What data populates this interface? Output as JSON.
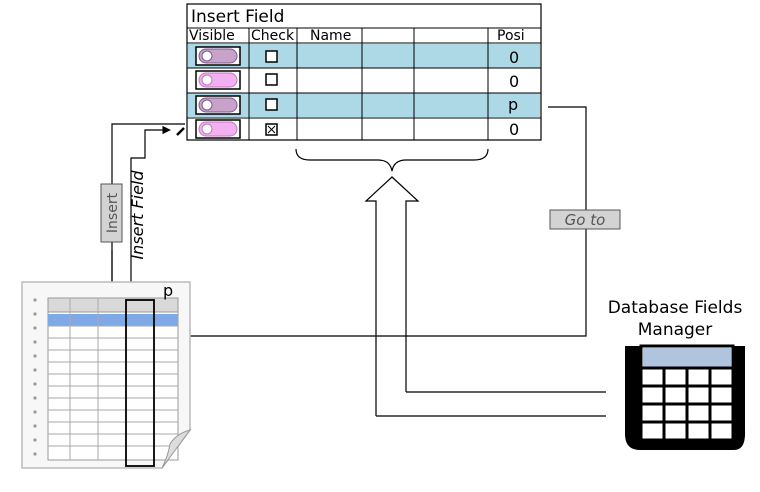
{
  "insert_field_table": {
    "title": "Insert Field",
    "columns": [
      "Visible",
      "Check",
      "Name",
      "",
      "",
      "Posi"
    ],
    "rows": [
      {
        "visible_toggle": "on",
        "checked": false,
        "posi": "0",
        "shaded": true
      },
      {
        "visible_toggle": "off",
        "checked": false,
        "posi": "0",
        "shaded": false
      },
      {
        "visible_toggle": "on",
        "checked": false,
        "posi": "p",
        "shaded": true
      },
      {
        "visible_toggle": "off",
        "checked": true,
        "posi": "0",
        "shaded": false
      }
    ]
  },
  "labels": {
    "insert": "Insert",
    "insert_field": "Insert Field",
    "go_to": "Go to",
    "manager_line1": "Database Fields",
    "manager_line2": "Manager",
    "spreadsheet_column_marker": "p"
  },
  "colors": {
    "row_shade": "#add8e6",
    "toggle_on": "#c8a2c8",
    "toggle_off": "#f3b0f0",
    "sheet_highlight": "#7fa8e6",
    "manager_header": "#b0c4de",
    "label_box": "#d3d3d3"
  },
  "icons": {
    "spreadsheet": "spreadsheet-document-icon",
    "database_manager": "database-table-icon"
  }
}
